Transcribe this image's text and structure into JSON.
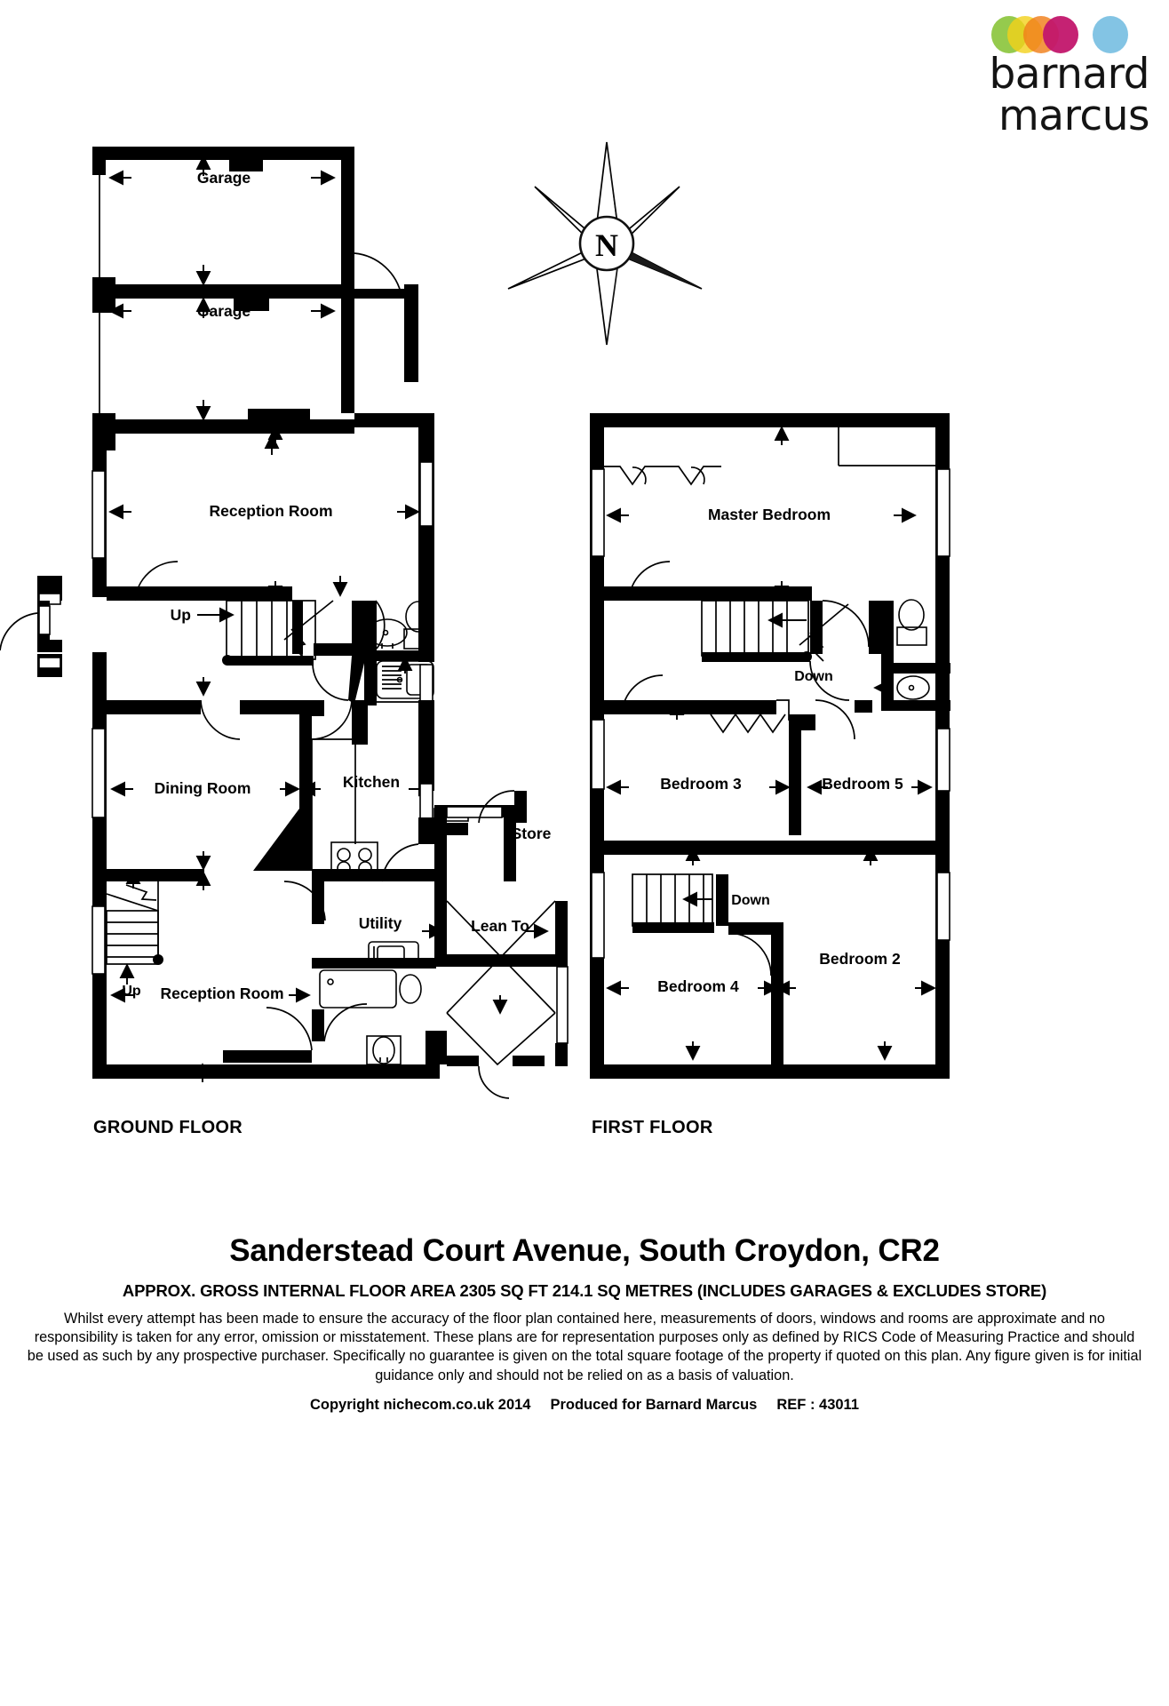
{
  "brand": {
    "name": "barnard marcus",
    "dot_colors": [
      "#8cc63e",
      "#f2d11a",
      "#f07f1a",
      "#c2166b",
      "#7cc1e3"
    ]
  },
  "compass": {
    "letter": "N"
  },
  "floors": [
    {
      "id": "ground",
      "caption": "GROUND FLOOR",
      "rooms": [
        {
          "label": "Garage"
        },
        {
          "label": "Garage"
        },
        {
          "label": "Reception Room"
        },
        {
          "label": "Dining Room"
        },
        {
          "label": "Kitchen"
        },
        {
          "label": "Store"
        },
        {
          "label": "Utility"
        },
        {
          "label": "Lean To"
        },
        {
          "label": "Reception Room"
        }
      ],
      "stair_labels": [
        "Up",
        "Up"
      ]
    },
    {
      "id": "first",
      "caption": "FIRST FLOOR",
      "rooms": [
        {
          "label": "Master Bedroom"
        },
        {
          "label": "Bedroom 3"
        },
        {
          "label": "Bedroom 5"
        },
        {
          "label": "Bedroom 4"
        },
        {
          "label": "Bedroom 2"
        }
      ],
      "stair_labels": [
        "Down",
        "Down"
      ]
    }
  ],
  "footer": {
    "address": "Sanderstead Court Avenue, South Croydon, CR2",
    "area": "APPROX. GROSS INTERNAL FLOOR AREA 2305 SQ FT 214.1 SQ METRES (INCLUDES GARAGES & EXCLUDES STORE)",
    "disclaimer": "Whilst every attempt has been made to ensure the accuracy of the floor plan contained here, measurements of doors, windows and rooms are approximate and no responsibility is taken for any error, omission or misstatement. These plans are for representation purposes only as defined by RICS Code of Measuring Practice and should be used as such by any prospective purchaser.  Specifically no guarantee is given on the total square footage of the property if quoted on this plan. Any figure given is for initial guidance only and should not be relied on as a basis of valuation.",
    "copyright": "Copyright nichecom.co.uk 2014",
    "produced_for": "Produced for Barnard Marcus",
    "reference": "REF : 43011"
  }
}
